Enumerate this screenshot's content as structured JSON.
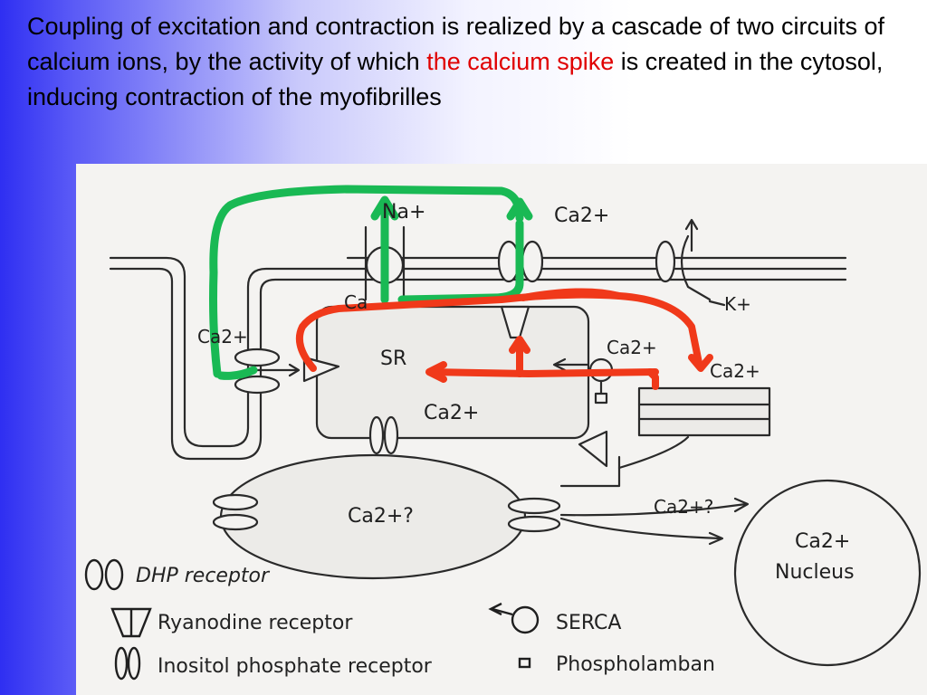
{
  "slide": {
    "title_part1": "Coupling of excitation and contraction is realized by a cascade of two circuits of calcium ions, by the activity of which ",
    "title_highlight": "the calcium spike",
    "title_part2": " is created in the cytosol, inducing contraction of the myofibrilles"
  },
  "colors": {
    "highlight": "#e00000",
    "green_path": "#19b954",
    "red_path": "#f0391a",
    "ink": "#2a2a2a"
  },
  "diagram": {
    "labels": {
      "na": "Na+",
      "ca_top": "Ca2+",
      "k": "K+",
      "ca_exchanger": "Ca",
      "ca_left": "Ca2+",
      "sr": "SR",
      "ca_sr": "Ca2+",
      "ca_serca": "Ca2+",
      "ca_myofibril": "Ca2+",
      "ca_nuclear_env": "Ca2+?",
      "ca_to_nucleus": "Ca2+?",
      "nucleus_ca": "Ca2+",
      "nucleus": "Nucleus"
    },
    "legend": {
      "dhp": "DHP receptor",
      "ryanodine": "Ryanodine receptor",
      "serca": "SERCA",
      "inositol": "Inositol phosphate receptor",
      "phospholamban": "Phospholamban"
    }
  }
}
